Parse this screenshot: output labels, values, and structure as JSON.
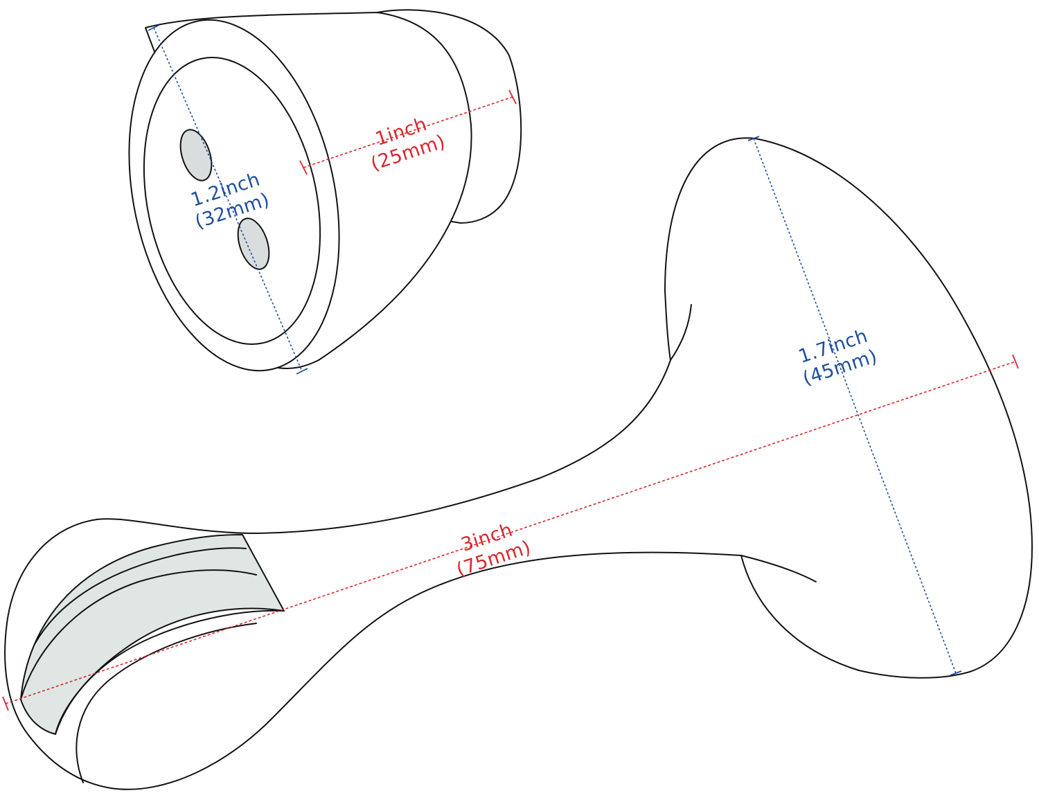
{
  "colors": {
    "outline": "#111111",
    "dimension_red": "#d9262b",
    "dimension_blue": "#1f4e9c",
    "hole_fill": "#d9dddd",
    "band_fill": "#dfe6e3"
  },
  "dimensions": {
    "cap_height": {
      "inch": "1inch",
      "mm": "(25mm)"
    },
    "cap_diameter": {
      "inch": "1.2inch",
      "mm": "(32mm)"
    },
    "stopper_diameter": {
      "inch": "1.7inch",
      "mm": "(45mm)"
    },
    "total_length": {
      "inch": "3inch",
      "mm": "(75mm)"
    }
  }
}
